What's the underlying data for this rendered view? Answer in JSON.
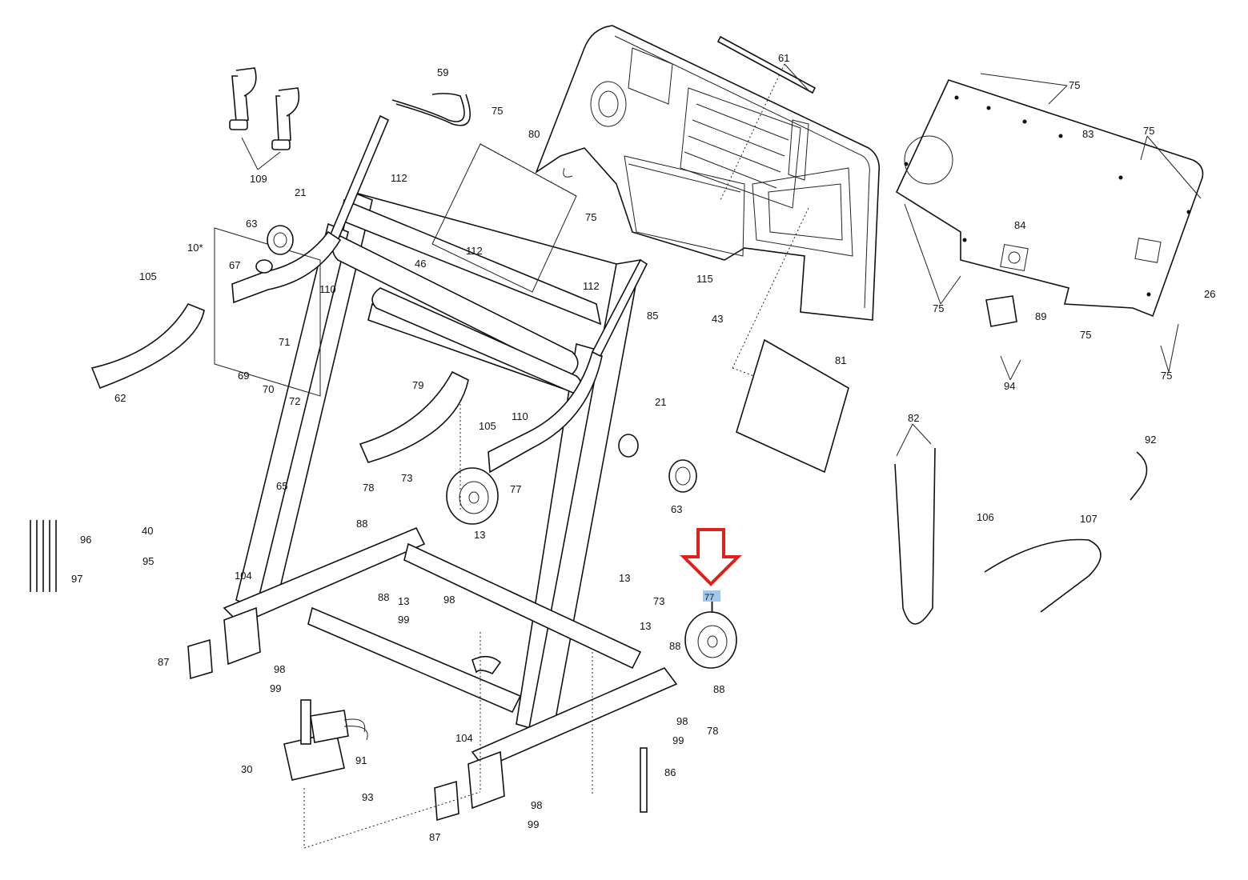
{
  "highlight": {
    "label": "77",
    "arrow_color": "#e0201a",
    "highlight_color": "#9ec9ee"
  },
  "callouts": [
    {
      "id": "c61",
      "text": "61"
    },
    {
      "id": "c59",
      "text": "59"
    },
    {
      "id": "c75a",
      "text": "75"
    },
    {
      "id": "c80",
      "text": "80"
    },
    {
      "id": "c75b",
      "text": "75"
    },
    {
      "id": "c83",
      "text": "83"
    },
    {
      "id": "c75c",
      "text": "75"
    },
    {
      "id": "c109",
      "text": "109"
    },
    {
      "id": "c112a",
      "text": "112"
    },
    {
      "id": "c21a",
      "text": "21"
    },
    {
      "id": "c75d",
      "text": "75"
    },
    {
      "id": "c63a",
      "text": "63"
    },
    {
      "id": "c10",
      "text": "10*"
    },
    {
      "id": "c46",
      "text": "46"
    },
    {
      "id": "c112b",
      "text": "112"
    },
    {
      "id": "c67",
      "text": "67"
    },
    {
      "id": "c110a",
      "text": "110"
    },
    {
      "id": "c105a",
      "text": "105"
    },
    {
      "id": "c115",
      "text": "115"
    },
    {
      "id": "c112c",
      "text": "112"
    },
    {
      "id": "c84",
      "text": "84"
    },
    {
      "id": "c26",
      "text": "26"
    },
    {
      "id": "c75e",
      "text": "75"
    },
    {
      "id": "c89",
      "text": "89"
    },
    {
      "id": "c75f",
      "text": "75"
    },
    {
      "id": "c85",
      "text": "85"
    },
    {
      "id": "c43",
      "text": "43"
    },
    {
      "id": "c71",
      "text": "71"
    },
    {
      "id": "c69",
      "text": "69"
    },
    {
      "id": "c70",
      "text": "70"
    },
    {
      "id": "c72",
      "text": "72"
    },
    {
      "id": "c62",
      "text": "62"
    },
    {
      "id": "c81",
      "text": "81"
    },
    {
      "id": "c75g",
      "text": "75"
    },
    {
      "id": "c94",
      "text": "94"
    },
    {
      "id": "c79",
      "text": "79"
    },
    {
      "id": "c105b",
      "text": "105"
    },
    {
      "id": "c110b",
      "text": "110"
    },
    {
      "id": "c21b",
      "text": "21"
    },
    {
      "id": "c82",
      "text": "82"
    },
    {
      "id": "c92",
      "text": "92"
    },
    {
      "id": "c73a",
      "text": "73"
    },
    {
      "id": "c78a",
      "text": "78"
    },
    {
      "id": "c65",
      "text": "65"
    },
    {
      "id": "c77a",
      "text": "77"
    },
    {
      "id": "c63b",
      "text": "63"
    },
    {
      "id": "c88a",
      "text": "88"
    },
    {
      "id": "c13a",
      "text": "13"
    },
    {
      "id": "c40",
      "text": "40"
    },
    {
      "id": "c96",
      "text": "96"
    },
    {
      "id": "c95",
      "text": "95"
    },
    {
      "id": "c106",
      "text": "106"
    },
    {
      "id": "c107",
      "text": "107"
    },
    {
      "id": "c97",
      "text": "97"
    },
    {
      "id": "c104a",
      "text": "104"
    },
    {
      "id": "c13b",
      "text": "13"
    },
    {
      "id": "c88b",
      "text": "88"
    },
    {
      "id": "c13c",
      "text": "13"
    },
    {
      "id": "c98a",
      "text": "98"
    },
    {
      "id": "c73b",
      "text": "73"
    },
    {
      "id": "c99a",
      "text": "99"
    },
    {
      "id": "c13d",
      "text": "13"
    },
    {
      "id": "c88c",
      "text": "88"
    },
    {
      "id": "c87a",
      "text": "87"
    },
    {
      "id": "c98b",
      "text": "98"
    },
    {
      "id": "c99b",
      "text": "99"
    },
    {
      "id": "c88d",
      "text": "88"
    },
    {
      "id": "c78b",
      "text": "78"
    },
    {
      "id": "c98c",
      "text": "98"
    },
    {
      "id": "c99c",
      "text": "99"
    },
    {
      "id": "c104b",
      "text": "104"
    },
    {
      "id": "c91",
      "text": "91"
    },
    {
      "id": "c86",
      "text": "86"
    },
    {
      "id": "c30",
      "text": "30"
    },
    {
      "id": "c93",
      "text": "93"
    },
    {
      "id": "c98d",
      "text": "98"
    },
    {
      "id": "c99d",
      "text": "99"
    },
    {
      "id": "c87b",
      "text": "87"
    }
  ]
}
